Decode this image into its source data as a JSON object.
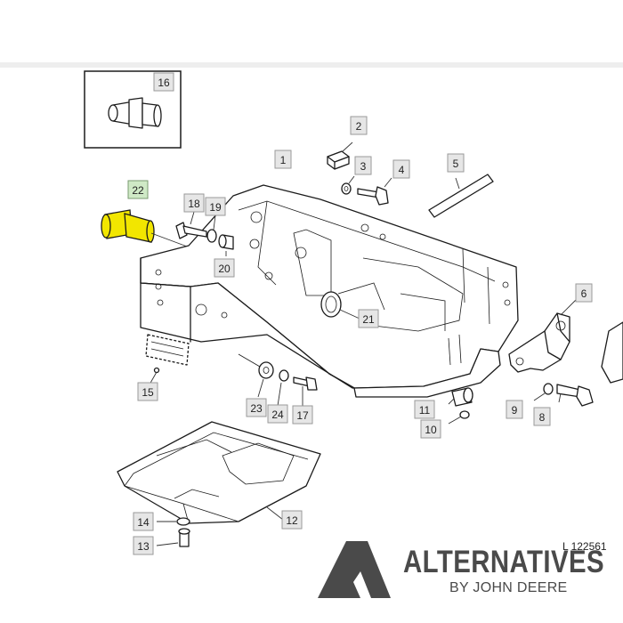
{
  "callouts": [
    {
      "label": "1",
      "highlight": false
    },
    {
      "label": "2",
      "highlight": false
    },
    {
      "label": "3",
      "highlight": false
    },
    {
      "label": "4",
      "highlight": false
    },
    {
      "label": "5",
      "highlight": false
    },
    {
      "label": "6",
      "highlight": false
    },
    {
      "label": "8",
      "highlight": false
    },
    {
      "label": "9",
      "highlight": false
    },
    {
      "label": "10",
      "highlight": false
    },
    {
      "label": "11",
      "highlight": false
    },
    {
      "label": "12",
      "highlight": false
    },
    {
      "label": "13",
      "highlight": false
    },
    {
      "label": "14",
      "highlight": false
    },
    {
      "label": "15",
      "highlight": false
    },
    {
      "label": "16",
      "highlight": false
    },
    {
      "label": "17",
      "highlight": false
    },
    {
      "label": "18",
      "highlight": false
    },
    {
      "label": "19",
      "highlight": false
    },
    {
      "label": "20",
      "highlight": false
    },
    {
      "label": "21",
      "highlight": false
    },
    {
      "label": "22",
      "highlight": true
    },
    {
      "label": "23",
      "highlight": false
    },
    {
      "label": "24",
      "highlight": false
    }
  ],
  "highlight_color": "#f2e600",
  "drawing_ref": "L 122561",
  "brand": {
    "name": "ALTERNATIVES",
    "subtitle": "BY JOHN DEERE",
    "logo_color": "#4a4a4a"
  }
}
